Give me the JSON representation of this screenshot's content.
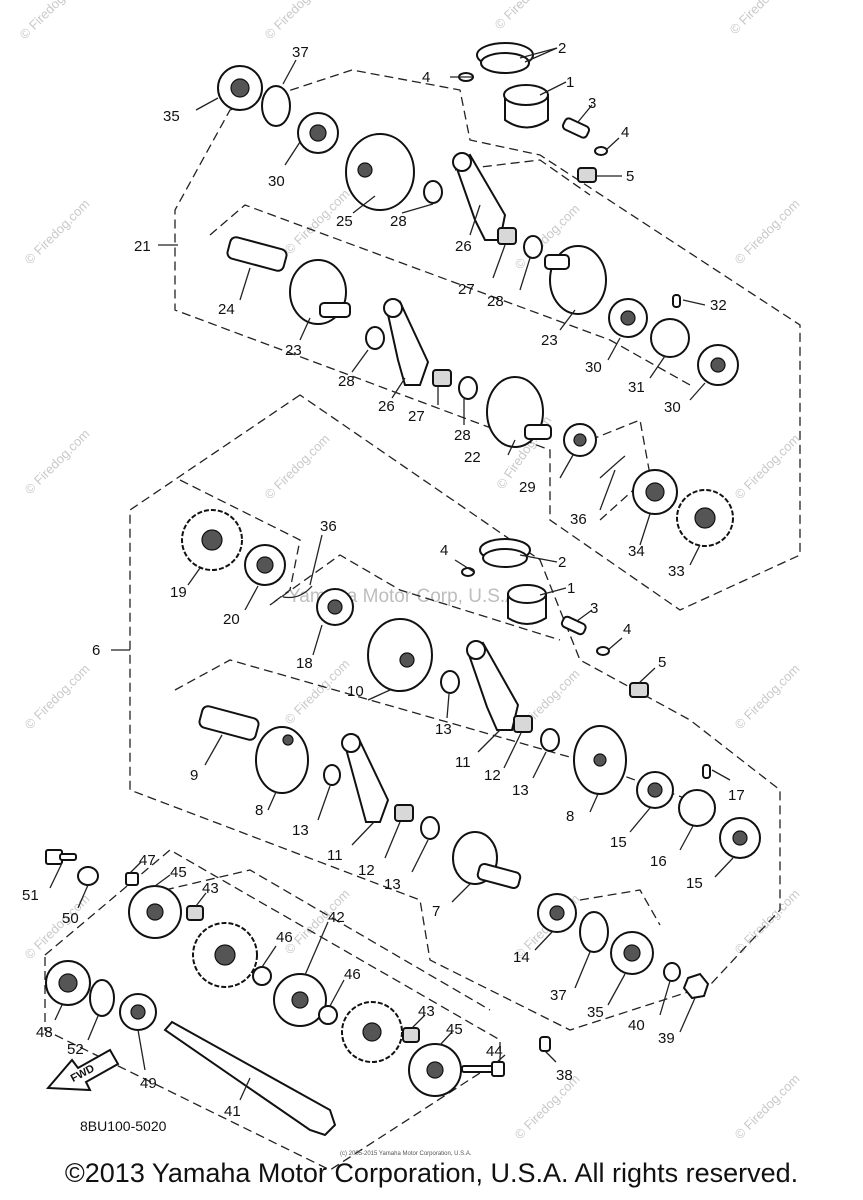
{
  "diagram": {
    "part_code": "8BU100-5020",
    "fwd_label": "FWD",
    "watermark_site": "© Firedog.com",
    "watermark_vendor": "Yamaha Motor Corp, U.S.A.",
    "small_notice": "(c) 2005-2015 Yamaha Motor Corporation, U.S.A.",
    "callouts": [
      "1",
      "2",
      "3",
      "4",
      "5",
      "6",
      "7",
      "8",
      "9",
      "10",
      "11",
      "12",
      "13",
      "14",
      "15",
      "16",
      "17",
      "18",
      "19",
      "20",
      "21",
      "22",
      "23",
      "24",
      "25",
      "26",
      "27",
      "28",
      "29",
      "30",
      "31",
      "32",
      "33",
      "34",
      "35",
      "36",
      "37",
      "38",
      "39",
      "40",
      "41",
      "42",
      "43",
      "44",
      "45",
      "46",
      "47",
      "48",
      "49",
      "50",
      "51",
      "52"
    ]
  },
  "footer": {
    "copyright": "©2013 Yamaha Motor Corporation, U.S.A. All rights reserved."
  }
}
